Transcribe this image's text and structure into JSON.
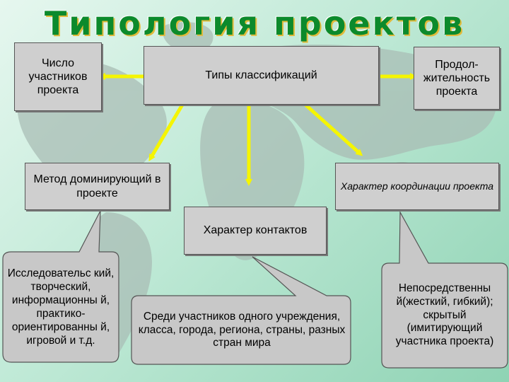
{
  "title": "Типология проектов",
  "boxes": {
    "center": "Типы классификаций",
    "participants_count": "Число участников проекта",
    "duration": "Продол-жительность проекта",
    "dominant_method": "Метод доминирующий в проекте",
    "coordination": "Характер координации проекта",
    "contacts": "Характер контактов"
  },
  "callouts": {
    "methods": "Исследовательс кий, творческий, информационны й, практико-ориентированны й, игровой и т.д.",
    "contacts_desc": "Среди участников одного учреждения, класса, города, региона, страны, разных стран мира",
    "coordination_desc": "Непосредственны й(жесткий, гибкий); скрытый (имитирующий участника проекта)"
  },
  "colors": {
    "arrow": "#f5f500",
    "box_fill": "#cfcfcf",
    "callout_fill": "#c8c8c8",
    "title": "#0c8a2c",
    "title_shadow": "#e1ba3b"
  }
}
